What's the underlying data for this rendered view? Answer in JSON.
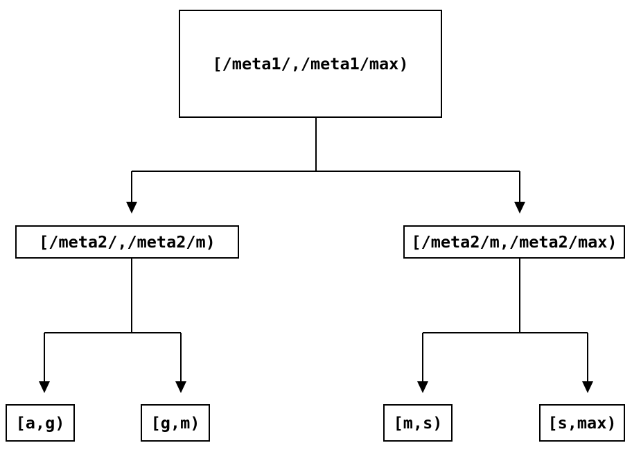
{
  "diagram": {
    "type": "tree",
    "nodes": {
      "root": {
        "label": "[/meta1/,/meta1/max)"
      },
      "meta2_left": {
        "label": "[/meta2/,/meta2/m)"
      },
      "meta2_right": {
        "label": "[/meta2/m,/meta2/max)"
      },
      "leaf_a_g": {
        "label": "[a,g)"
      },
      "leaf_g_m": {
        "label": "[g,m)"
      },
      "leaf_m_s": {
        "label": "[m,s)"
      },
      "leaf_s_max": {
        "label": "[s,max)"
      }
    },
    "edges": [
      {
        "from": "root",
        "to": "meta2_left"
      },
      {
        "from": "root",
        "to": "meta2_right"
      },
      {
        "from": "meta2_left",
        "to": "leaf_a_g"
      },
      {
        "from": "meta2_left",
        "to": "leaf_g_m"
      },
      {
        "from": "meta2_right",
        "to": "leaf_m_s"
      },
      {
        "from": "meta2_right",
        "to": "leaf_s_max"
      }
    ],
    "colors": {
      "line": "#000000",
      "box_border": "#000000",
      "text": "#000000",
      "background": "#ffffff"
    }
  }
}
